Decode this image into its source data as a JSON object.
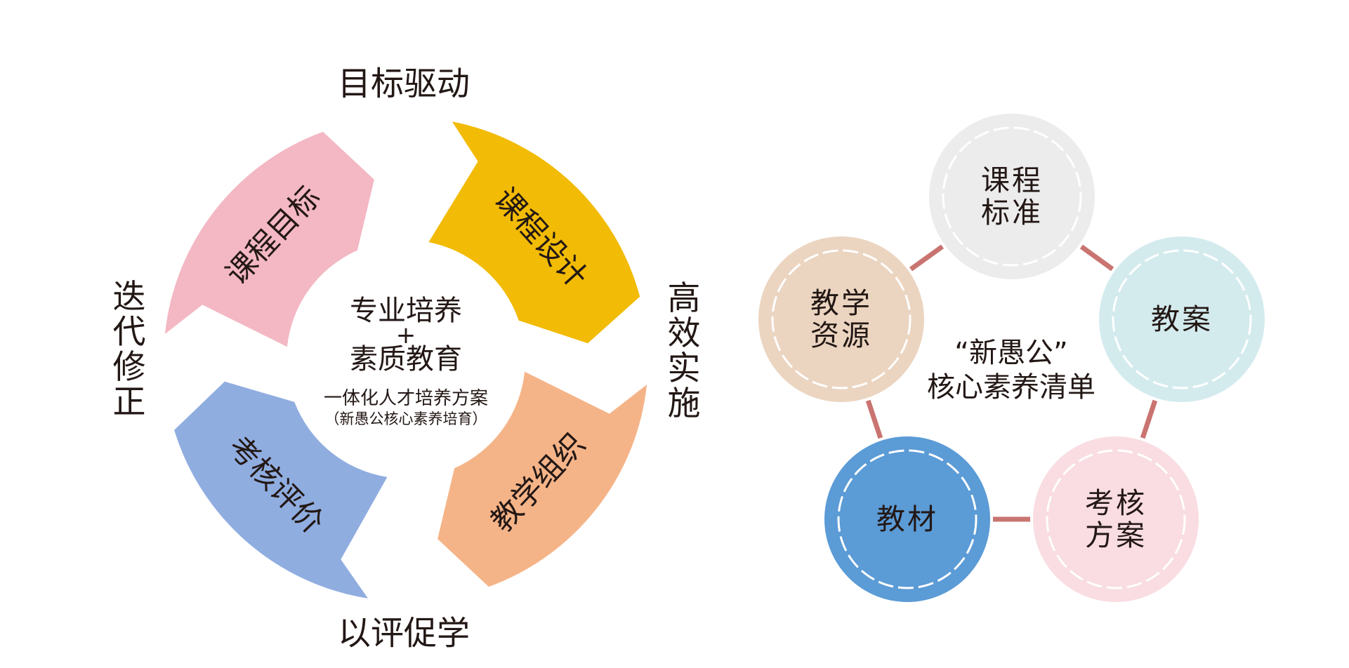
{
  "cycle": {
    "labels": {
      "top": "目标驱动",
      "right": "高效实施",
      "bottom": "以评促学",
      "left": "迭代修正"
    },
    "segments": [
      {
        "label": "课程目标",
        "color": "#f3b8c3"
      },
      {
        "label": "课程设计",
        "color": "#f2bb05"
      },
      {
        "label": "教学组织",
        "color": "#f5b488"
      },
      {
        "label": "考核评价",
        "color": "#90ade0"
      }
    ],
    "center": {
      "line1": "专业培养",
      "plus": "+",
      "line2": "素质教育",
      "line3": "一体化人才培养方案",
      "line4": "（新愚公核心素养培育）"
    }
  },
  "network": {
    "title_line1": "“新愚公”",
    "title_line2": "核心素养清单",
    "connector_color": "#c97470",
    "nodes": [
      {
        "lines": [
          "课程",
          "标准"
        ],
        "color": "#ececec",
        "text_color": "#231815"
      },
      {
        "lines": [
          "教案"
        ],
        "color": "#d4ebee",
        "text_color": "#231815"
      },
      {
        "lines": [
          "考核",
          "方案"
        ],
        "color": "#f9dde2",
        "text_color": "#231815"
      },
      {
        "lines": [
          "教材"
        ],
        "color": "#5b9bd6",
        "text_color": "#231815"
      },
      {
        "lines": [
          "教学",
          "资源"
        ],
        "color": "#ebd5c1",
        "text_color": "#231815"
      }
    ]
  }
}
